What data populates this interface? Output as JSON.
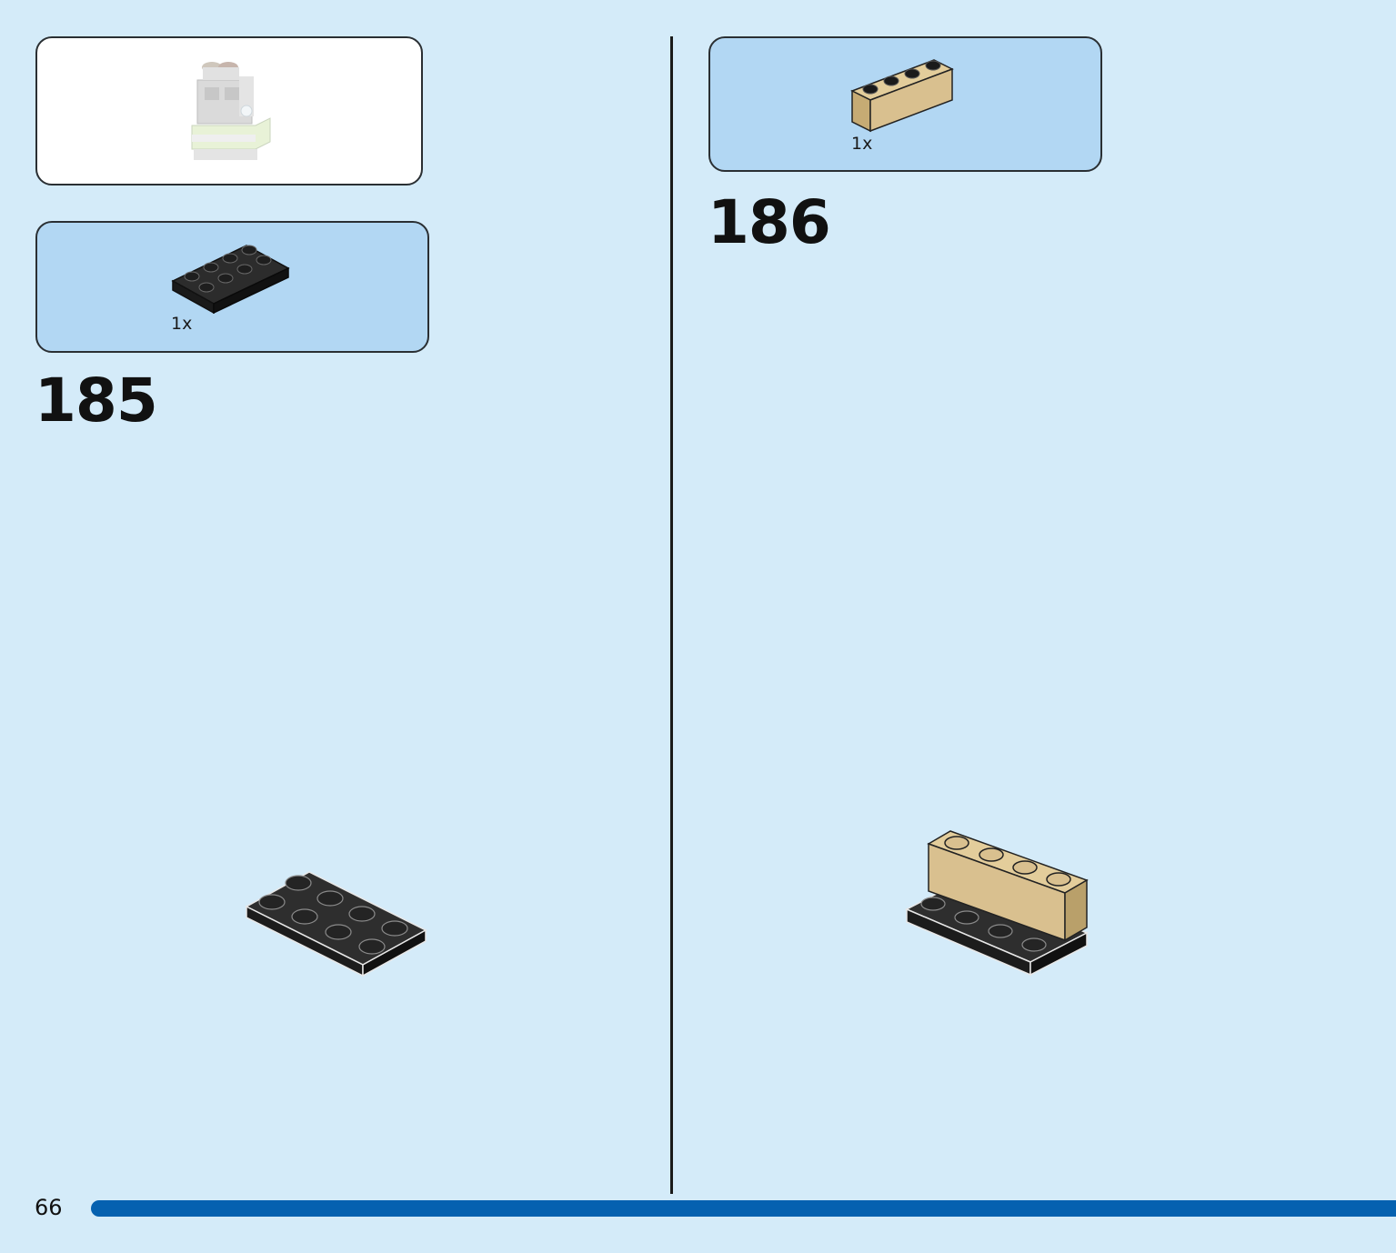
{
  "steps": [
    {
      "number": "185",
      "parts": [
        {
          "qty": "1x",
          "name": "black-plate-2x4",
          "color": "#1e1e1e"
        }
      ]
    },
    {
      "number": "186",
      "parts": [
        {
          "qty": "1x",
          "name": "tan-brick-1x4",
          "color": "#d9c08f"
        }
      ]
    }
  ],
  "footer": {
    "page_number": "66"
  },
  "colors": {
    "background": "#d4ebf9",
    "parts_box": "#b2d7f3",
    "progress_bar": "#0561b0",
    "black_brick": "#1e1e1e",
    "tan_brick": "#d9c08f"
  }
}
